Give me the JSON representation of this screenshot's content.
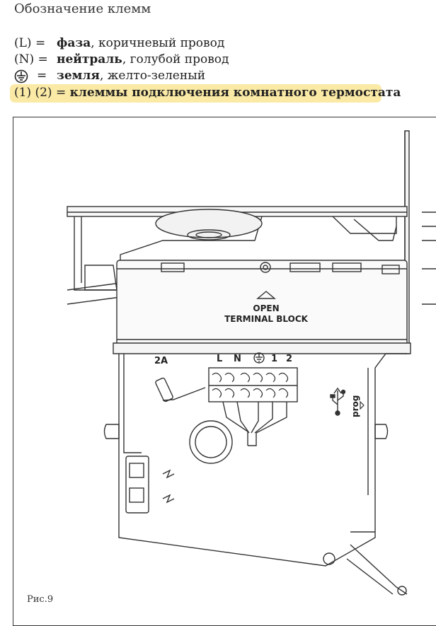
{
  "title": "Обозначение клемм",
  "legend": {
    "phase": {
      "code": "(L) =",
      "term": "фаза",
      "rest": ", коричневый провод"
    },
    "neutral": {
      "code": "(N) =",
      "term": "нейтраль",
      "rest": ", голубой провод"
    },
    "earth": {
      "code": "=",
      "term": "земля",
      "rest": ", желто-зеленый",
      "icon": "earth-ground-icon"
    },
    "thermostat": {
      "code": "(1) (2) =",
      "term": "клеммы подключения комнатного термостата"
    }
  },
  "highlight_color": "#fbeaa6",
  "diagram": {
    "open_label": "OPEN",
    "terminal_block_label": "TERMINAL BLOCK",
    "fuse_label": "2A",
    "terminal_L": "L",
    "terminal_N": "N",
    "terminal_1": "1",
    "terminal_2": "2",
    "prog_label": "prog",
    "usb_icon": "usb-icon"
  },
  "caption": "Рис.9"
}
